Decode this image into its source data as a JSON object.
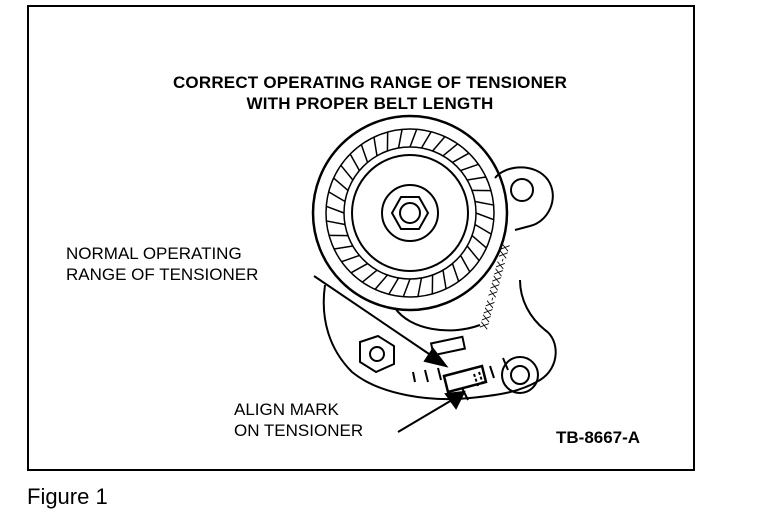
{
  "title": {
    "line1": "CORRECT OPERATING RANGE OF TENSIONER",
    "line2": "WITH PROPER BELT LENGTH"
  },
  "labels": {
    "normal_line1": "NORMAL OPERATING",
    "normal_line2": "RANGE OF TENSIONER",
    "align_line1": "ALIGN MARK",
    "align_line2": "ON TENSIONER",
    "part_marking": "XXXX-XXXXX-XX"
  },
  "figure_code": "TB-8667-A",
  "caption": "Figure 1"
}
